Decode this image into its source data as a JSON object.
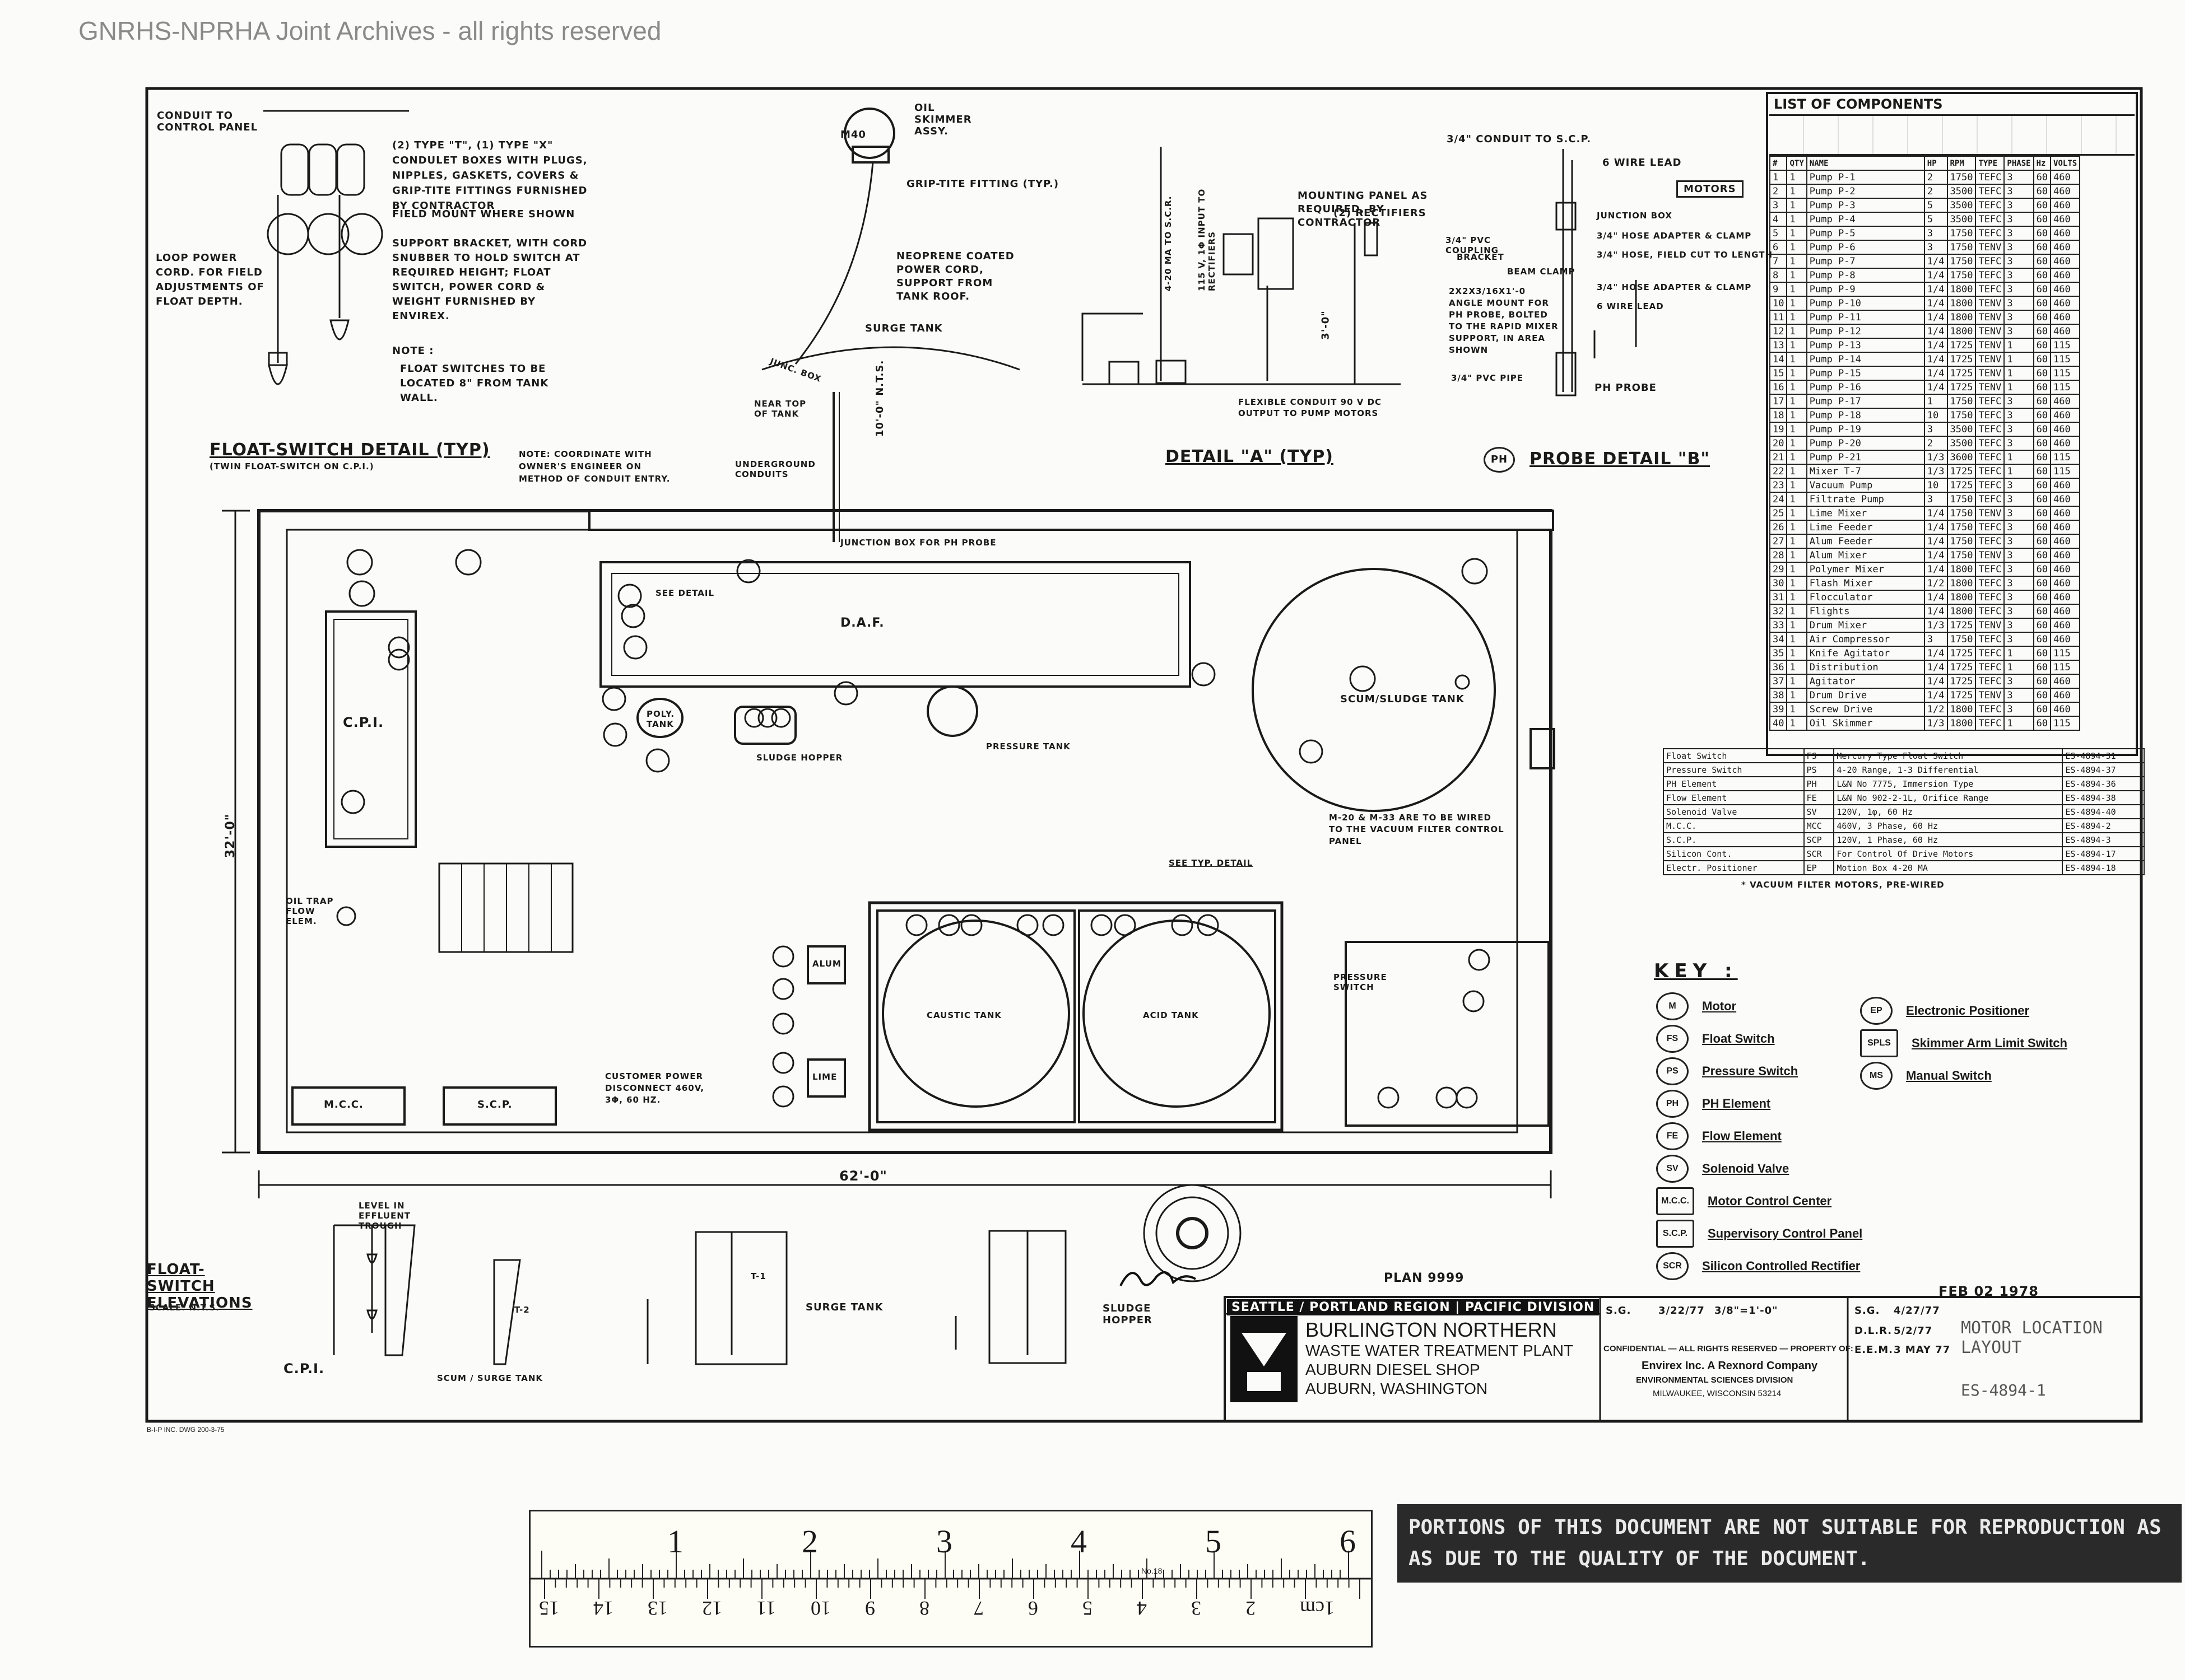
{
  "watermark": "GNRHS-NPRHA Joint Archives - all rights reserved",
  "top_left": {
    "conduit_to_panel": "Conduit To Control Panel",
    "condulet_note": "(2) Type \"T\", (1) Type \"X\" Condulet Boxes With Plugs, Nipples, Gaskets, Covers & Grip-Tite Fittings Furnished By Contractor",
    "field_mount": "Field Mount Where Shown",
    "loop_power": "Loop Power Cord. For Field Adjustments Of Float Depth.",
    "support_bracket": "Support Bracket, With Cord Snubber To Hold Switch At Required Height; Float Switch, Power Cord & Weight Furnished By Envirex.",
    "note_title": "Note :",
    "note_text": "Float Switches To Be Located 8\" From Tank Wall.",
    "detail_title": "Float-Switch Detail (Typ)",
    "detail_sub": "(Twin Float-Switch On C.P.I.)"
  },
  "top_middle": {
    "oil_skimmer": "Oil Skimmer Assy.",
    "grip_tite": "Grip-Tite Fitting (Typ.)",
    "neoprene": "Neoprene Coated Power Cord, Support From Tank Roof.",
    "surge_tank": "Surge Tank",
    "near_top": "Near Top Of Tank",
    "nts_dim": "10'-0\" N.T.S.",
    "coordinate_note": "Note: Coordinate With Owner's Engineer On Method Of Conduit Entry.",
    "underground": "Underground Conduits",
    "junc_box": "Junc. Box"
  },
  "detail_a": {
    "mounting_panel": "Mounting Panel As Required, By Contractor",
    "rectifiers": "(2) Rectifiers",
    "input_label": "115 V, 1φ Input To Rectifiers",
    "output_label": "4-20 mA To S.C.R.",
    "flexible": "Flexible Conduit 90 V DC Output To Pump Motors",
    "dim": "3'-0\"",
    "title": "Detail \"A\" (Typ)"
  },
  "detail_b": {
    "conduit": "3/4\" Conduit To S.C.P.",
    "wire_lead": "6 Wire Lead",
    "motors": "Motors",
    "junction_box": "Junction Box",
    "hose_adapter": "3/4\" Hose Adapter & Clamp",
    "hose_field": "3/4\" Hose, Field Cut To Length",
    "coupling": "3/4\" PVC Coupling",
    "bracket": "Bracket",
    "beam_clamp": "Beam Clamp",
    "angle": "2x2x3/16x1'-0 Angle Mount For PH Probe, Bolted To The Rapid Mixer Support, In Area Shown",
    "pvc_pipe": "3/4\" PVC Pipe",
    "wire_lead_2": "6 Wire Lead",
    "ph_probe": "PH Probe",
    "probe_title": "Probe Detail \"B\"",
    "ph_sym": "PH"
  },
  "components": {
    "title": "LIST OF COMPONENTS",
    "headers": [
      "#",
      "QTY",
      "NAME",
      "HP",
      "RPM",
      "TYPE",
      "PHASE",
      "Hz",
      "VOLTS"
    ],
    "rows": [
      [
        "1",
        "1",
        "Pump P-1",
        "2",
        "1750",
        "TEFC",
        "3",
        "60",
        "460"
      ],
      [
        "2",
        "1",
        "Pump P-2",
        "2",
        "3500",
        "TEFC",
        "3",
        "60",
        "460"
      ],
      [
        "3",
        "1",
        "Pump P-3",
        "5",
        "3500",
        "TEFC",
        "3",
        "60",
        "460"
      ],
      [
        "4",
        "1",
        "Pump P-4",
        "5",
        "3500",
        "TEFC",
        "3",
        "60",
        "460"
      ],
      [
        "5",
        "1",
        "Pump P-5",
        "3",
        "1750",
        "TEFC",
        "3",
        "60",
        "460"
      ],
      [
        "6",
        "1",
        "Pump P-6",
        "3",
        "1750",
        "TENV",
        "3",
        "60",
        "460"
      ],
      [
        "7",
        "1",
        "Pump P-7",
        "1/4",
        "1750",
        "TEFC",
        "3",
        "60",
        "460"
      ],
      [
        "8",
        "1",
        "Pump P-8",
        "1/4",
        "1750",
        "TEFC",
        "3",
        "60",
        "460"
      ],
      [
        "9",
        "1",
        "Pump P-9",
        "1/4",
        "1800",
        "TEFC",
        "3",
        "60",
        "460"
      ],
      [
        "10",
        "1",
        "Pump P-10",
        "1/4",
        "1800",
        "TENV",
        "3",
        "60",
        "460"
      ],
      [
        "11",
        "1",
        "Pump P-11",
        "1/4",
        "1800",
        "TENV",
        "3",
        "60",
        "460"
      ],
      [
        "12",
        "1",
        "Pump P-12",
        "1/4",
        "1800",
        "TENV",
        "3",
        "60",
        "460"
      ],
      [
        "13",
        "1",
        "Pump P-13",
        "1/4",
        "1725",
        "TENV",
        "1",
        "60",
        "115"
      ],
      [
        "14",
        "1",
        "Pump P-14",
        "1/4",
        "1725",
        "TENV",
        "1",
        "60",
        "115"
      ],
      [
        "15",
        "1",
        "Pump P-15",
        "1/4",
        "1725",
        "TENV",
        "1",
        "60",
        "115"
      ],
      [
        "16",
        "1",
        "Pump P-16",
        "1/4",
        "1725",
        "TENV",
        "1",
        "60",
        "115"
      ],
      [
        "17",
        "1",
        "Pump P-17",
        "1",
        "1750",
        "TEFC",
        "3",
        "60",
        "460"
      ],
      [
        "18",
        "1",
        "Pump P-18",
        "10",
        "1750",
        "TEFC",
        "3",
        "60",
        "460"
      ],
      [
        "19",
        "1",
        "Pump P-19",
        "3",
        "3500",
        "TEFC",
        "3",
        "60",
        "460"
      ],
      [
        "20",
        "1",
        "Pump P-20",
        "2",
        "3500",
        "TEFC",
        "3",
        "60",
        "460"
      ],
      [
        "21",
        "1",
        "Pump P-21",
        "1/3",
        "3600",
        "TEFC",
        "1",
        "60",
        "115"
      ],
      [
        "22",
        "1",
        "Mixer T-7",
        "1/3",
        "1725",
        "TEFC",
        "1",
        "60",
        "115"
      ],
      [
        "23",
        "1",
        "Vacuum Pump",
        "10",
        "1725",
        "TEFC",
        "3",
        "60",
        "460"
      ],
      [
        "24",
        "1",
        "Filtrate Pump",
        "3",
        "1750",
        "TEFC",
        "3",
        "60",
        "460"
      ],
      [
        "25",
        "1",
        "Lime Mixer",
        "1/4",
        "1750",
        "TENV",
        "3",
        "60",
        "460"
      ],
      [
        "26",
        "1",
        "Lime Feeder",
        "1/4",
        "1750",
        "TEFC",
        "3",
        "60",
        "460"
      ],
      [
        "27",
        "1",
        "Alum Feeder",
        "1/4",
        "1750",
        "TEFC",
        "3",
        "60",
        "460"
      ],
      [
        "28",
        "1",
        "Alum Mixer",
        "1/4",
        "1750",
        "TENV",
        "3",
        "60",
        "460"
      ],
      [
        "29",
        "1",
        "Polymer Mixer",
        "1/4",
        "1800",
        "TEFC",
        "3",
        "60",
        "460"
      ],
      [
        "30",
        "1",
        "Flash Mixer",
        "1/2",
        "1800",
        "TEFC",
        "3",
        "60",
        "460"
      ],
      [
        "31",
        "1",
        "Flocculator",
        "1/4",
        "1800",
        "TEFC",
        "3",
        "60",
        "460"
      ],
      [
        "32",
        "1",
        "Flights",
        "1/4",
        "1800",
        "TEFC",
        "3",
        "60",
        "460"
      ],
      [
        "33",
        "1",
        "Drum Mixer",
        "1/3",
        "1725",
        "TENV",
        "3",
        "60",
        "460"
      ],
      [
        "34",
        "1",
        "Air Compressor",
        "3",
        "1750",
        "TEFC",
        "3",
        "60",
        "460"
      ],
      [
        "35",
        "1",
        "Knife Agitator",
        "1/4",
        "1725",
        "TEFC",
        "1",
        "60",
        "115"
      ],
      [
        "36",
        "1",
        "Distribution",
        "1/4",
        "1725",
        "TEFC",
        "1",
        "60",
        "115"
      ],
      [
        "37",
        "1",
        "Agitator",
        "1/4",
        "1725",
        "TEFC",
        "3",
        "60",
        "460"
      ],
      [
        "38",
        "1",
        "Drum Drive",
        "1/4",
        "1725",
        "TENV",
        "3",
        "60",
        "460"
      ],
      [
        "39",
        "1",
        "Screw Drive",
        "1/2",
        "1800",
        "TEFC",
        "3",
        "60",
        "460"
      ],
      [
        "40",
        "1",
        "Oil Skimmer",
        "1/3",
        "1800",
        "TEFC",
        "1",
        "60",
        "115"
      ]
    ],
    "extra_rows": [
      [
        "Float Switch",
        "FS",
        "Mercury Type Float Switch",
        "ES-4894-31"
      ],
      [
        "Pressure Switch",
        "PS",
        "4-20 Range, 1-3 Differential",
        "ES-4894-37"
      ],
      [
        "PH Element",
        "PH",
        "L&N No 7775, Immersion Type",
        "ES-4894-36"
      ],
      [
        "Flow Element",
        "FE",
        "L&N No 902-2-1L, Orifice Range",
        "ES-4894-38"
      ],
      [
        "Solenoid Valve",
        "SV",
        "120V, 1φ, 60 Hz",
        "ES-4894-40"
      ],
      [
        "M.C.C.",
        "MCC",
        "460V, 3 Phase, 60 Hz",
        "ES-4894-2"
      ],
      [
        "S.C.P.",
        "SCP",
        "120V, 1 Phase, 60 Hz",
        "ES-4894-3"
      ],
      [
        "Silicon Cont.",
        "SCR",
        "For Control Of Drive Motors",
        "ES-4894-17"
      ],
      [
        "Electr. Positioner",
        "EP",
        "Motion Box 4-20 MA",
        "ES-4894-18"
      ]
    ],
    "footnote": "* Vacuum Filter Motors, Pre-Wired"
  },
  "key": {
    "title": "Key :",
    "items": [
      {
        "sym": "M",
        "label": "Motor"
      },
      {
        "sym": "FS",
        "label": "Float Switch"
      },
      {
        "sym": "PS",
        "label": "Pressure Switch"
      },
      {
        "sym": "PH",
        "label": "PH Element"
      },
      {
        "sym": "FE",
        "label": "Flow Element"
      },
      {
        "sym": "SV",
        "label": "Solenoid Valve"
      },
      {
        "sym": "M.C.C.",
        "label": "Motor Control Center"
      },
      {
        "sym": "S.C.P.",
        "label": "Supervisory Control Panel"
      },
      {
        "sym": "SCR",
        "label": "Silicon Controlled Rectifier"
      }
    ],
    "items_right": [
      {
        "sym": "EP",
        "label": "Electronic Positioner"
      },
      {
        "sym": "SPLS",
        "label": "Skimmer Arm Limit Switch"
      },
      {
        "sym": "MS",
        "label": "Manual Switch"
      }
    ]
  },
  "plan": {
    "cpi": "C.P.I.",
    "daf": "D.A.F.",
    "scum_tank": "Scum/Sludge Tank",
    "sludge_hopper": "Sludge Hopper",
    "pressure_tank": "Pressure Tank",
    "polymer_tank": "Poly. Tank",
    "m20_note": "M-20 & M-33 Are To Be Wired To The Vacuum Filter Control Panel",
    "junction_ph": "Junction Box For PH Probe",
    "see_detail": "See Detail",
    "caustic_tank": "Caustic Tank",
    "acid_tank": "Acid Tank",
    "alum": "Alum",
    "lime": "Lime",
    "mcc": "M.C.C.",
    "scp": "S.C.P.",
    "disconnect": "Customer Power Disconnect 460V, 3φ, 60 Hz.",
    "dim_width": "62'-0\"",
    "dim_height": "32'-0\"",
    "see_typ": "See Typ. Detail",
    "pressure_switch": "Pressure Switch",
    "flow_elem": "Oil Trap Flow Elem."
  },
  "elevations": {
    "title": "Float-Switch Elevations",
    "scale": "Scale: N.T.S.",
    "cpi": "C.P.I.",
    "scum_surge": "Scum / Surge Tank",
    "surge_tank": "Surge Tank",
    "sludge_hopper": "Sludge Hopper",
    "effluent": "Level In Effluent Trough",
    "t1": "T-1",
    "t2": "T-2"
  },
  "title_block": {
    "division": "SEATTLE / PORTLAND REGION | PACIFIC DIVISION",
    "company": "BURLINGTON NORTHERN",
    "project": "WASTE WATER TREATMENT PLANT",
    "shop": "AUBURN DIESEL SHOP",
    "location": "AUBURN, WASHINGTON",
    "drawn": "S.G.",
    "date": "3/22/77",
    "scale_val": "3/8\"=1'-0\"",
    "confidential": "CONFIDENTIAL — ALL RIGHTS RESERVED — PROPERTY OF:",
    "envirex": "Envirex Inc. A Rexnord Company",
    "division2": "ENVIRONMENTAL SCIENCES DIVISION",
    "address": "MILWAUKEE, WISCONSIN 53214",
    "dwg_title": "MOTOR LOCATION LAYOUT",
    "dwg_no": "ES-4894-1",
    "plan_no": "PLAN 9999",
    "stamp_date": "FEB 02 1978",
    "dates": [
      "4/27/77",
      "5/2/77",
      "3 MAY 77"
    ],
    "initials": [
      "S.G.",
      "D.L.R.",
      "E.E.M."
    ],
    "bottom_tag": "B-I-P INC. DWG 200-3-75"
  },
  "ruler": {
    "top_numbers": [
      "1",
      "2",
      "3",
      "4",
      "5",
      "6"
    ],
    "bottom_numbers": [
      "1cm",
      "2",
      "3",
      "4",
      "5",
      "6",
      "7",
      "8",
      "9",
      "10",
      "11",
      "12",
      "13",
      "14",
      "15"
    ],
    "label": "No.18"
  },
  "disclaimer": "PORTIONS OF THIS DOCUMENT ARE NOT SUITABLE FOR REPRODUCTION AS AS DUE TO THE QUALITY OF THE DOCUMENT."
}
